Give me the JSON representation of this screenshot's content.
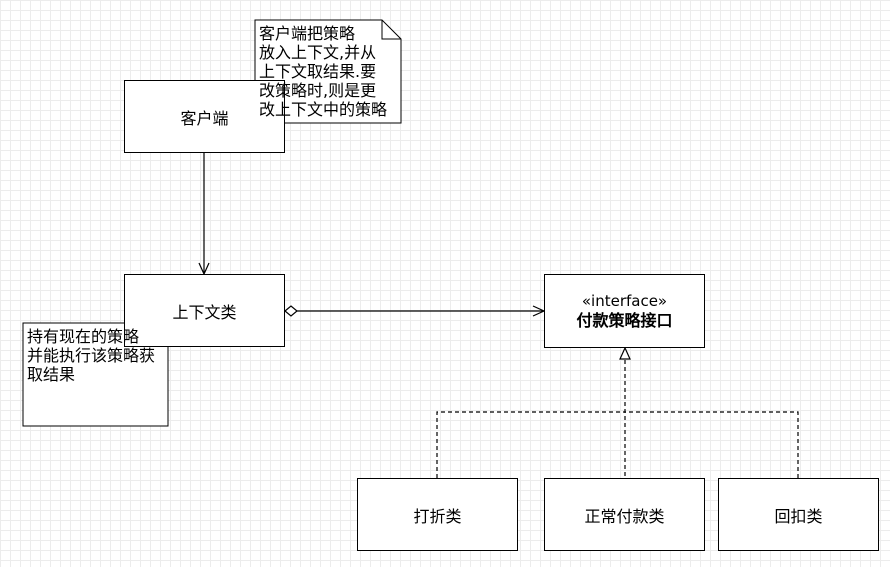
{
  "diagram": {
    "nodes": {
      "client": "客户端",
      "context": "上下文类",
      "interface": {
        "stereotype": "«interface»",
        "name": "付款策略接口"
      },
      "discount": "打折类",
      "normal_pay": "正常付款类",
      "rebate": "回扣类"
    },
    "notes": {
      "client_note": [
        "客户端把策略",
        "放入上下文,并从",
        "上下文取结果.要",
        "改策略时,则是更",
        "改上下文中的策略"
      ],
      "context_note": [
        "持有现在的策略",
        "并能执行该策略获",
        "取结果"
      ]
    }
  }
}
